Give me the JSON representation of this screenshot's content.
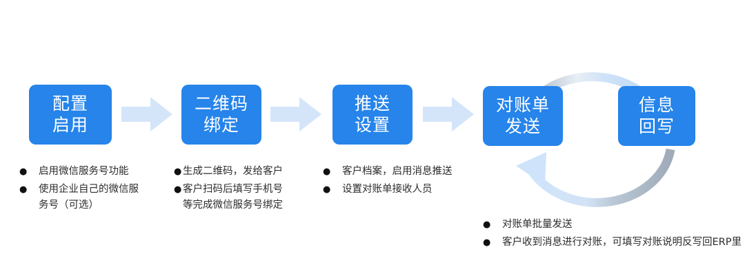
{
  "diagram": {
    "title_visible": false,
    "background": "#ffffff",
    "colors": {
      "box_blue": "#2684ea",
      "arrow_light_blue": "#d4e5fa",
      "arc_gray": "#9fabb8",
      "arc_light_blue": "#c3dcf7",
      "text_dark": "#2b2b2b",
      "box_text": "#ffffff"
    },
    "steps": [
      {
        "id": "step-1",
        "name": "配置启用",
        "line1": "配置",
        "line2": "启用",
        "bullets": [
          "启用微信服务号功能",
          "使用企业自己的微信服\n务号（可选）"
        ]
      },
      {
        "id": "step-2",
        "name": "二维码绑定",
        "line1": "二维码",
        "line2": "绑定",
        "bullets": [
          "生成二维码，发给客户",
          "客户扫码后填写手机号\n等完成微信服务号绑定"
        ]
      },
      {
        "id": "step-3",
        "name": "推送设置",
        "line1": "推送",
        "line2": "设置",
        "bullets": [
          "客户档案，启用消息推送",
          "设置对账单接收人员"
        ]
      },
      {
        "id": "step-4",
        "name": "对账单发送",
        "line1": "对账单",
        "line2": "发送",
        "bullets": []
      },
      {
        "id": "step-5",
        "name": "信息回写",
        "line1": "信息",
        "line2": "回写",
        "bullets": []
      }
    ],
    "cycle_bullets": [
      "对账单批量发送",
      "客户收到消息进行对账，可填写对账说明反写回ERP里"
    ],
    "connectors": [
      {
        "name": "arrow-step1-to-step2",
        "type": "chevron-right"
      },
      {
        "name": "arrow-step2-to-step3",
        "type": "chevron-right"
      },
      {
        "name": "arrow-step3-to-step4",
        "type": "chevron-right"
      },
      {
        "name": "arc-step4-to-step5",
        "type": "curved-arrow-clockwise-top"
      },
      {
        "name": "arc-step5-to-step4",
        "type": "curved-arrow-clockwise-bottom"
      }
    ],
    "bullet_marker": "●"
  }
}
